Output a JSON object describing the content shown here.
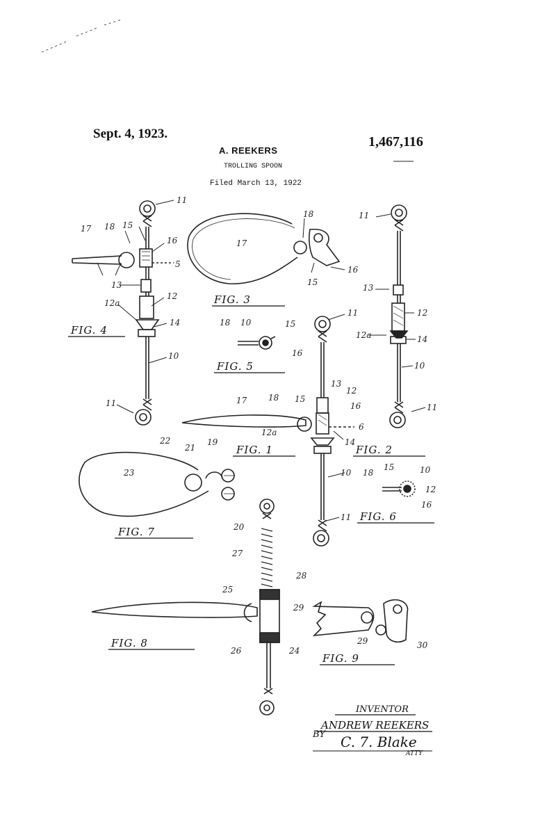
{
  "header": {
    "date": "Sept. 4, 1923.",
    "patent_number": "1,467,116",
    "inventor": "A. REEKERS",
    "title": "TROLLING SPOON",
    "filed": "Filed March 13, 1922"
  },
  "figures": {
    "fig1": "FIG. 1",
    "fig2": "FIG. 2",
    "fig3": "FIG. 3",
    "fig4": "FIG. 4",
    "fig5": "FIG. 5",
    "fig6": "FIG. 6",
    "fig7": "FIG. 7",
    "fig8": "FIG. 8",
    "fig9": "FIG. 9"
  },
  "refs": {
    "r10": "10",
    "r11": "11",
    "r12": "12",
    "r12a": "12a",
    "r13": "13",
    "r14": "14",
    "r15": "15",
    "r16": "16",
    "r17": "17",
    "r18": "18",
    "r19": "19",
    "r20": "20",
    "r21": "21",
    "r22": "22",
    "r23": "23",
    "r24": "24",
    "r25": "25",
    "r26": "26",
    "r27": "27",
    "r28": "28",
    "r29": "29",
    "r30": "30",
    "r5": "5",
    "r6": "6"
  },
  "signature": {
    "label": "INVENTOR",
    "name": "ANDREW REEKERS",
    "by": "BY",
    "attorney": "C. 7. Blake",
    "atty": "ATTY"
  }
}
